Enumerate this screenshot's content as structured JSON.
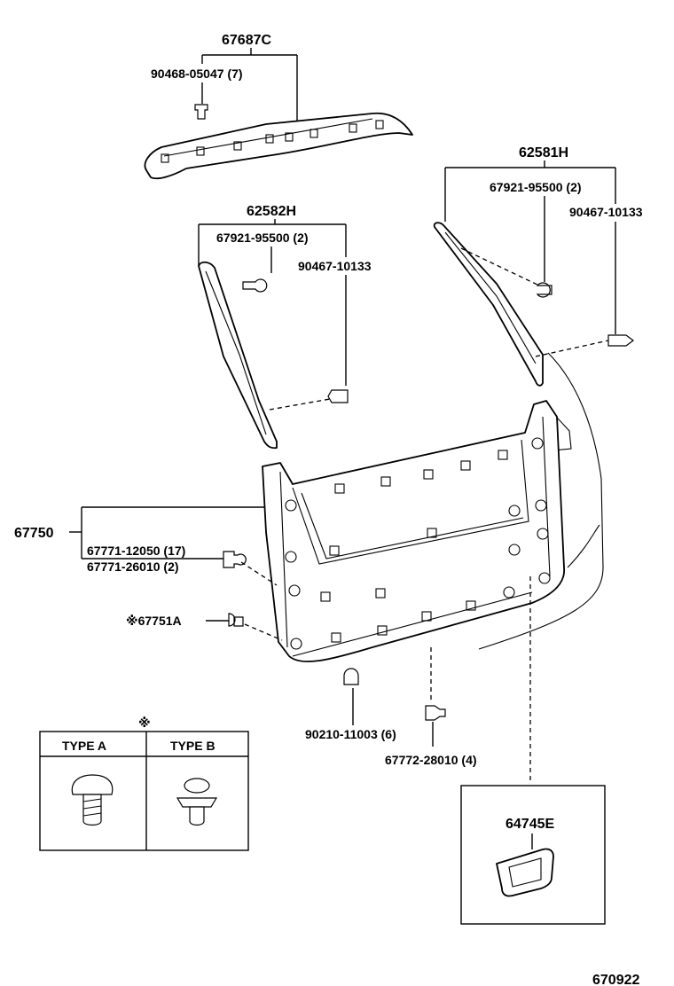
{
  "parts": {
    "p67687C": "67687C",
    "p90468_05047": "90468-05047 (7)",
    "p62581H": "62581H",
    "p67921_95500_r": "67921-95500 (2)",
    "p90467_10133_r": "90467-10133",
    "p62582H": "62582H",
    "p67921_95500_l": "67921-95500 (2)",
    "p90467_10133_l": "90467-10133",
    "p67750": "67750",
    "p67771_12050": "67771-12050 (17)",
    "p67771_26010": "67771-26010 (2)",
    "p67751A": "※67751A",
    "p90210_11003": "90210-11003 (6)",
    "p67772_28010": "67772-28010 (4)",
    "p64745E": "64745E"
  },
  "legend": {
    "mark": "※",
    "type_a": "TYPE A",
    "type_b": "TYPE B"
  },
  "catalog_number": "670922"
}
